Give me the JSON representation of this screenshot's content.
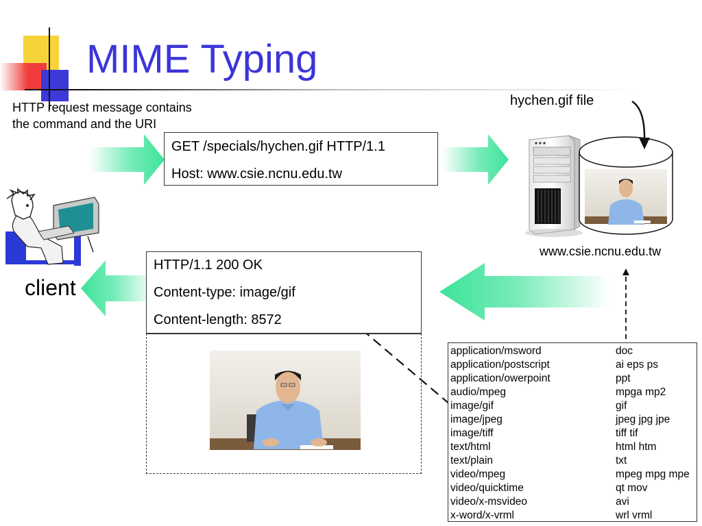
{
  "title": "MIME Typing",
  "note": {
    "line1": "HTTP request message contains",
    "line2": "the command and the URI"
  },
  "request": {
    "line1": "GET /specials/hychen.gif HTTP/1.1",
    "line2": "Host: www.csie.ncnu.edu.tw"
  },
  "response": {
    "line1": "HTTP/1.1 200 OK",
    "line2": "Content-type: image/gif",
    "line3": "Content-length: 8572"
  },
  "file_label": "hychen.gif file",
  "server_label": "www.csie.ncnu.edu.tw",
  "client_label": "client",
  "mime_table": [
    {
      "type": "application/msword",
      "ext": "doc"
    },
    {
      "type": "application/postscript",
      "ext": "ai eps ps"
    },
    {
      "type": "application/owerpoint",
      "ext": "ppt"
    },
    {
      "type": "audio/mpeg",
      "ext": "mpga mp2"
    },
    {
      "type": "image/gif",
      "ext": "gif"
    },
    {
      "type": "image/jpeg",
      "ext": "jpeg jpg jpe"
    },
    {
      "type": "image/tiff",
      "ext": "tiff tif"
    },
    {
      "type": "text/html",
      "ext": "html htm"
    },
    {
      "type": "text/plain",
      "ext": "txt"
    },
    {
      "type": "video/mpeg",
      "ext": "mpeg mpg mpe"
    },
    {
      "type": "video/quicktime",
      "ext": "qt mov"
    },
    {
      "type": "video/x-msvideo",
      "ext": "avi"
    },
    {
      "type": "x-word/x-vrml",
      "ext": "wrl vrml"
    }
  ],
  "icons": {
    "client": "user-at-computer-icon",
    "server": "server-tower-icon",
    "storage": "disk-cylinder-icon",
    "photo": "person-photo-icon"
  },
  "colors": {
    "title": "#3c35d8",
    "arrow": "#3de39a",
    "accent_yellow": "#f7d33a",
    "accent_red": "#f03c3c",
    "accent_blue": "#3d39d8"
  }
}
